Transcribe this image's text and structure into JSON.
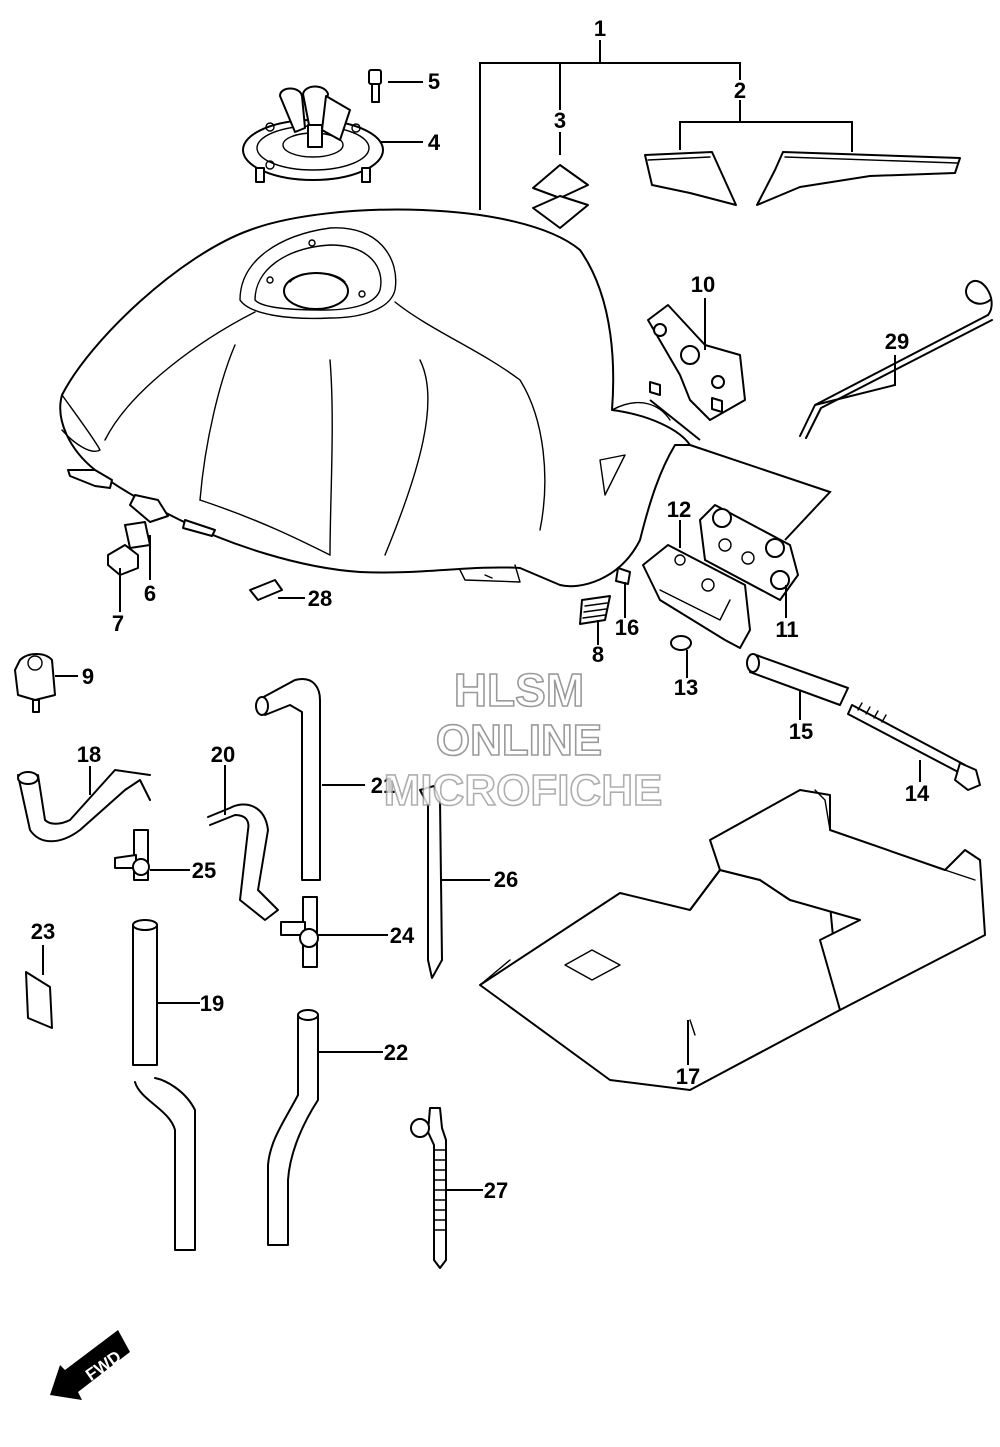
{
  "diagram": {
    "callouts": [
      {
        "id": "c1",
        "text": "1"
      },
      {
        "id": "c2",
        "text": "2"
      },
      {
        "id": "c3",
        "text": "3"
      },
      {
        "id": "c4",
        "text": "4"
      },
      {
        "id": "c5",
        "text": "5"
      },
      {
        "id": "c6",
        "text": "6"
      },
      {
        "id": "c7",
        "text": "7"
      },
      {
        "id": "c8",
        "text": "8"
      },
      {
        "id": "c9",
        "text": "9"
      },
      {
        "id": "c10",
        "text": "10"
      },
      {
        "id": "c11",
        "text": "11"
      },
      {
        "id": "c12",
        "text": "12"
      },
      {
        "id": "c13",
        "text": "13"
      },
      {
        "id": "c14",
        "text": "14"
      },
      {
        "id": "c15",
        "text": "15"
      },
      {
        "id": "c16",
        "text": "16"
      },
      {
        "id": "c17",
        "text": "17"
      },
      {
        "id": "c18",
        "text": "18"
      },
      {
        "id": "c19",
        "text": "19"
      },
      {
        "id": "c20",
        "text": "20"
      },
      {
        "id": "c21",
        "text": "21"
      },
      {
        "id": "c22",
        "text": "22"
      },
      {
        "id": "c23",
        "text": "23"
      },
      {
        "id": "c24",
        "text": "24"
      },
      {
        "id": "c25",
        "text": "25"
      },
      {
        "id": "c26",
        "text": "26"
      },
      {
        "id": "c27",
        "text": "27"
      },
      {
        "id": "c28",
        "text": "28"
      },
      {
        "id": "c29",
        "text": "29"
      }
    ],
    "watermark": {
      "line1": "HLSM",
      "line2": "ONLINE",
      "line3": "MICROFICHE"
    },
    "fwd_label": "FWD",
    "colors": {
      "line": "#000000",
      "background": "#ffffff",
      "watermark": "#9a9a9a"
    }
  }
}
